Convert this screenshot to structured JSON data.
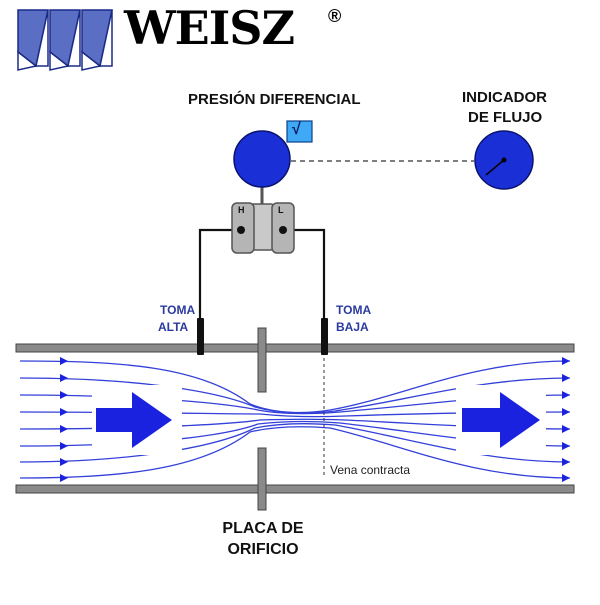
{
  "brand": {
    "name": "WEISZ",
    "registered": "®"
  },
  "labels": {
    "differential_pressure": "PRESIÓN DIFERENCIAL",
    "flow_indicator_line1": "INDICADOR",
    "flow_indicator_line2": "DE FLUJO",
    "sqrt_symbol": "√",
    "high_port": "H",
    "low_port": "L",
    "high_tap_line1": "TOMA",
    "high_tap_line2": "ALTA",
    "low_tap_line1": "TOMA",
    "low_tap_line2": "BAJA",
    "vena_contracta": "Vena contracta",
    "orifice_plate_line1": "PLACA DE",
    "orifice_plate_line2": "ORIFICIO"
  },
  "colors": {
    "instrument_blue": "#1a2fd6",
    "flow_line": "#3340d9",
    "flow_arrow": "#1a22e0",
    "tap_label": "#2a3a9e",
    "pipe": "#8a8a8a",
    "sqrt_box": "#3fa9f5"
  }
}
